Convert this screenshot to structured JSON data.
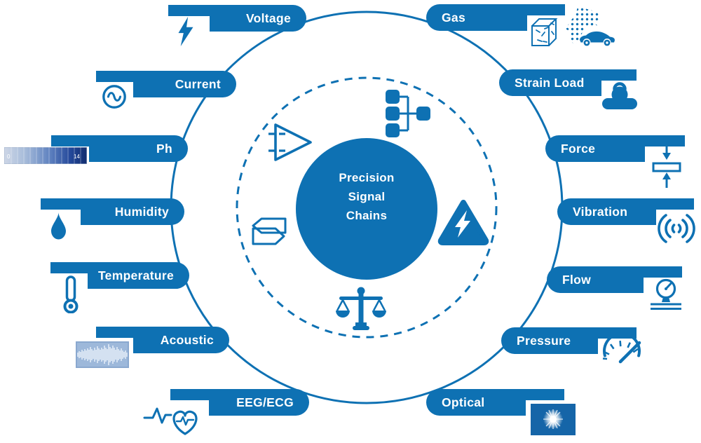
{
  "page_title": "Precision Signal Chains",
  "colors": {
    "primary": "#0e71b3",
    "label_text": "#ffffff"
  },
  "center": {
    "line1": "Precision",
    "line2": "Signal",
    "line3": "Chains"
  },
  "sensors": {
    "left": [
      {
        "label": "Voltage",
        "icon": "lightning-icon"
      },
      {
        "label": "Current",
        "icon": "sine-wave-icon"
      },
      {
        "label": "Ph",
        "icon": "ph-scale-icon"
      },
      {
        "label": "Humidity",
        "icon": "water-drop-icon"
      },
      {
        "label": "Temperature",
        "icon": "thermometer-icon"
      },
      {
        "label": "Acoustic",
        "icon": "sound-waveform-icon"
      },
      {
        "label": "EEG/ECG",
        "icon": "heart-ecg-icon"
      }
    ],
    "right": [
      {
        "label": "Gas",
        "icon": "gas-cube-icon, particles-icon, car-icon"
      },
      {
        "label": "Strain Load",
        "icon": "kettlebell-icon"
      },
      {
        "label": "Force",
        "icon": "compression-arrows-icon"
      },
      {
        "label": "Vibration",
        "icon": "vibration-waves-icon"
      },
      {
        "label": "Flow",
        "icon": "flow-meter-icon"
      },
      {
        "label": "Pressure",
        "icon": "pressure-gauge-icon"
      },
      {
        "label": "Optical",
        "icon": "light-burst-icon"
      }
    ]
  },
  "ph_scale": {
    "min": "0",
    "max": "14"
  },
  "ring_icons": [
    "amplifier-icon",
    "flowchart-icon",
    "surge-protection-icon",
    "signal-tags-icon",
    "balance-scales-icon"
  ]
}
